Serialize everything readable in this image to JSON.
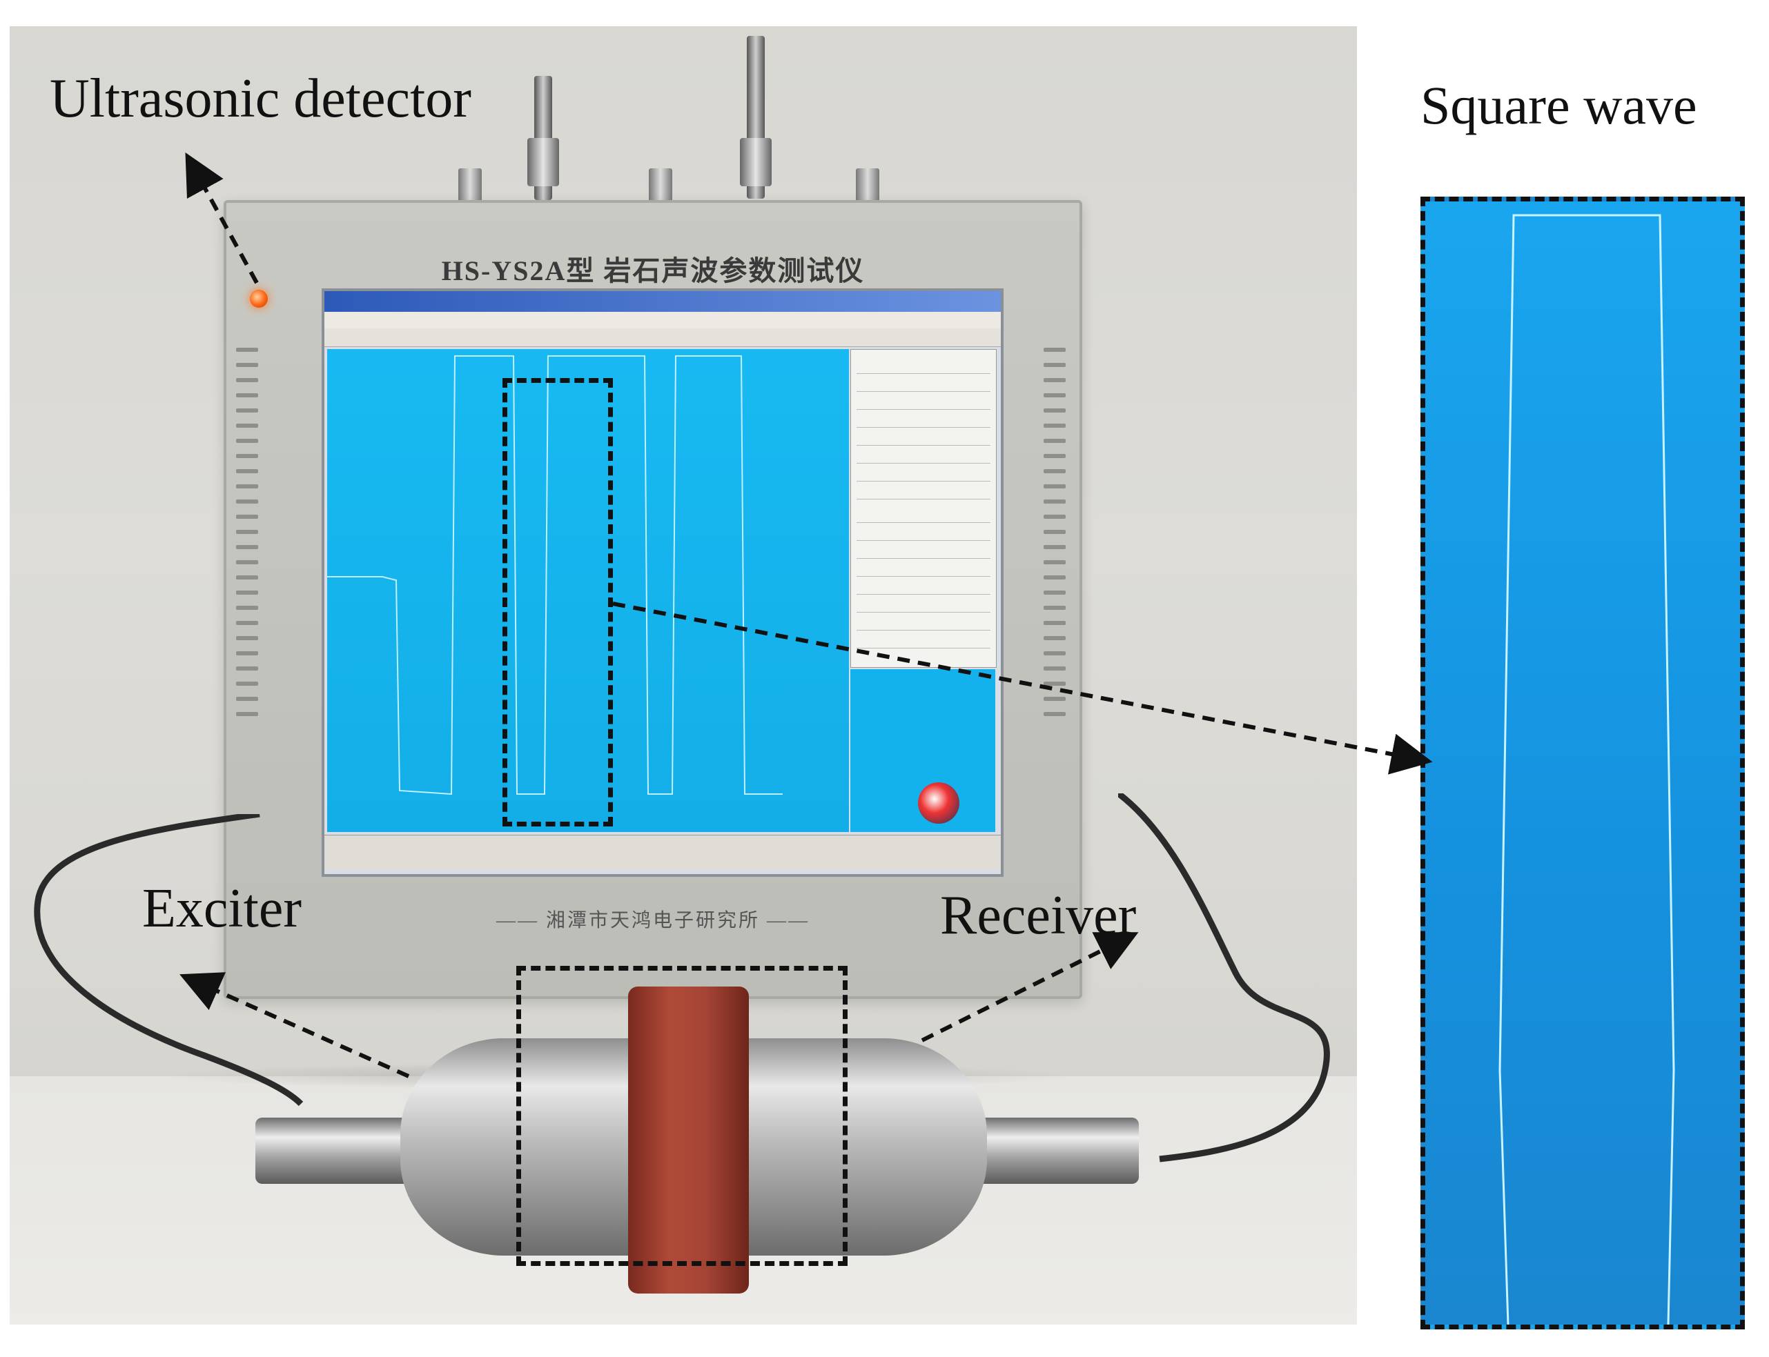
{
  "labels": {
    "ultrasonic_detector": "Ultrasonic detector",
    "square_wave": "Square wave",
    "exciter": "Exciter",
    "receiver": "Receiver"
  },
  "instrument": {
    "model_title": "HS-YS2A型 岩石声波参数测试仪",
    "maker": "—— 湘潭市天鸿电子研究所 ——"
  },
  "colors": {
    "scope_blue": "#18b9f2",
    "zoom_blue": "#1591de",
    "led_orange": "#ff6a1a",
    "rock_red": "#a44435",
    "annotation_black": "#111111"
  },
  "icons": {
    "led": "power-led-icon",
    "logo": "app-logo-icon"
  }
}
